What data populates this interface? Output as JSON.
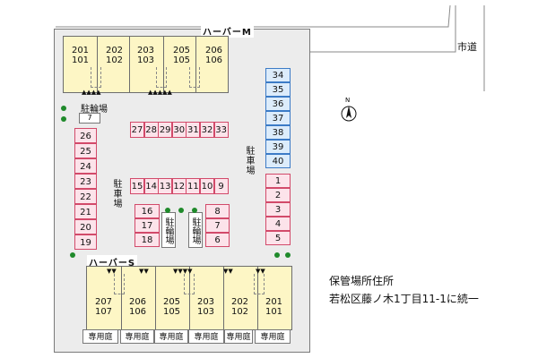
{
  "buildings": {
    "north_name": "ハーバーM",
    "south_name": "ハーバーS",
    "north_units": [
      {
        "top": "201",
        "bottom": "101"
      },
      {
        "top": "202",
        "bottom": "102"
      },
      {
        "top": "203",
        "bottom": "103"
      },
      {
        "top": "205",
        "bottom": "105"
      },
      {
        "top": "206",
        "bottom": "106"
      }
    ],
    "south_units": [
      {
        "top": "207",
        "bottom": "107"
      },
      {
        "top": "206",
        "bottom": "106"
      },
      {
        "top": "205",
        "bottom": "105"
      },
      {
        "top": "203",
        "bottom": "103"
      },
      {
        "top": "202",
        "bottom": "102"
      },
      {
        "top": "201",
        "bottom": "101"
      }
    ]
  },
  "gardens": [
    "専用庭",
    "専用庭",
    "専用庭",
    "専用庭",
    "専用庭",
    "専用庭"
  ],
  "parking": {
    "left_column": [
      "26",
      "25",
      "24",
      "23",
      "22",
      "21",
      "20",
      "19"
    ],
    "top_row": [
      "27",
      "28",
      "29",
      "30",
      "31",
      "32",
      "33"
    ],
    "middle_row": [
      "15",
      "14",
      "13",
      "12",
      "11",
      "10",
      "9"
    ],
    "left_inner": [
      "16",
      "17",
      "18"
    ],
    "right_inner": [
      "8",
      "7",
      "6"
    ],
    "right_blue": [
      "34",
      "35",
      "36",
      "37",
      "38",
      "39",
      "40"
    ],
    "right_pink": [
      "1",
      "2",
      "3",
      "4",
      "5"
    ],
    "label": "駐車場"
  },
  "bike_parking": {
    "label": "駐輪場",
    "top_number": "7"
  },
  "road_label": "市道",
  "compass": "N",
  "note": {
    "line1": "保管場所住所",
    "line2": "若松区藤ノ木1丁目11-1に続一"
  },
  "colors": {
    "pink_border": "#d24a6a",
    "blue_border": "#3c7bc6",
    "tree": "#1f8a2b",
    "building": "#fdf6c5"
  }
}
